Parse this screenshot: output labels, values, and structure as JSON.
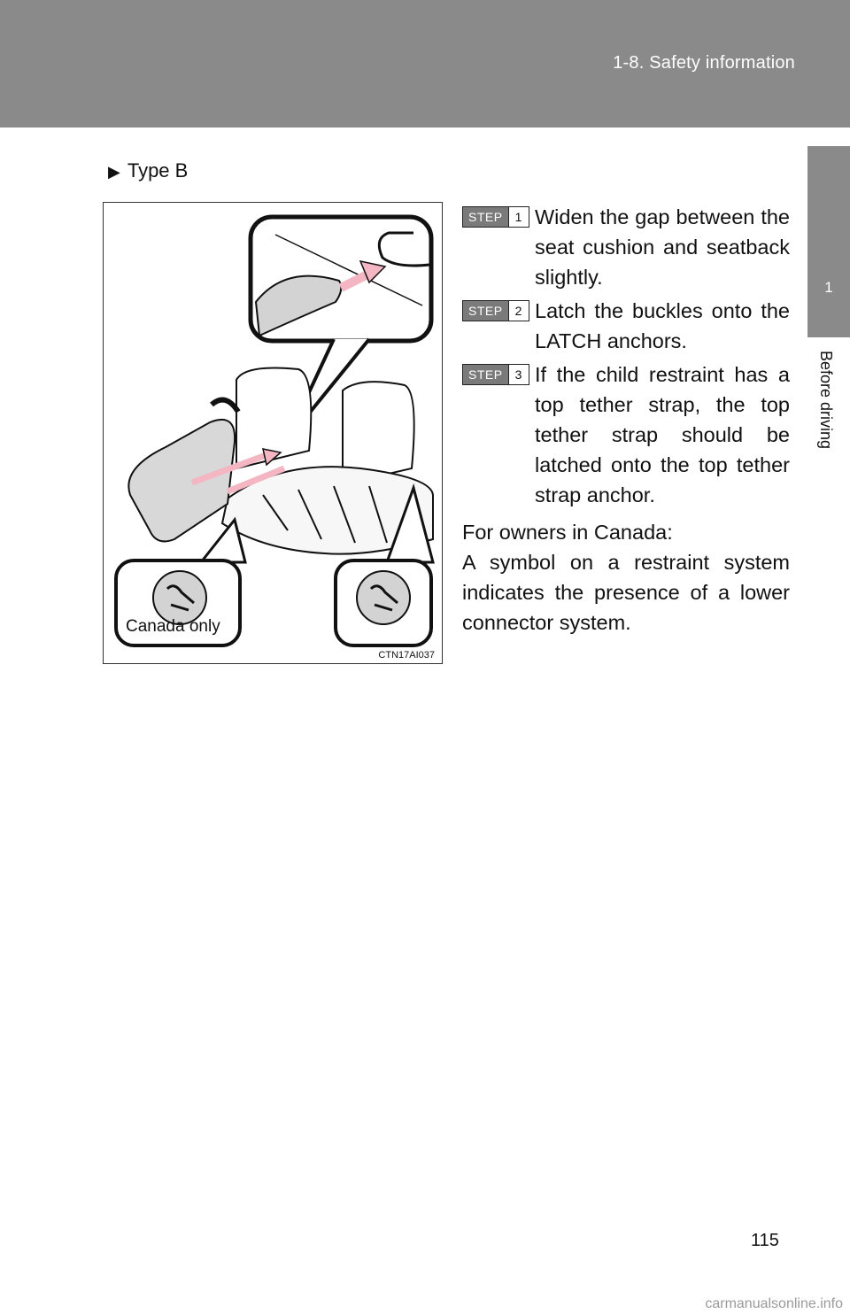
{
  "header": {
    "section_title": "1-8. Safety information"
  },
  "side_tab": {
    "chapter_number": "1",
    "chapter_title": "Before driving"
  },
  "content": {
    "type_heading": "Type B",
    "figure": {
      "canada_label": "Canada only",
      "figure_code": "CTN17AI037"
    },
    "steps": [
      {
        "badge": "STEP",
        "number": "1",
        "text": "Widen the gap between the seat cushion and seatback slightly."
      },
      {
        "badge": "STEP",
        "number": "2",
        "text": "Latch the buckles onto the LATCH anchors."
      },
      {
        "badge": "STEP",
        "number": "3",
        "text": "If the child restraint has a top tether strap, the top tether strap should be latched onto the top tether strap anchor."
      }
    ],
    "note_heading": "For owners in Canada:",
    "note_text": "A symbol on a restraint system indicates the presence of a lower connector system."
  },
  "footer": {
    "page_number": "115",
    "watermark": "carmanualsonline.info"
  },
  "colors": {
    "header_bg": "#8a8a8a",
    "arrow_pink": "#f4b6c2",
    "step_badge": "#7a7a7a"
  }
}
